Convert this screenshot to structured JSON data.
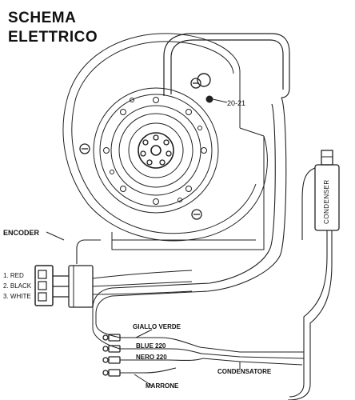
{
  "title": {
    "line1": "SCHEMA",
    "line2": "ELETTRICO"
  },
  "labels": {
    "part_ref": "20-21",
    "encoder": "ENCODER",
    "condenser": "CONDENSER",
    "giallo_verde": "GIALLO VERDE",
    "blue": "BLUE 220",
    "nero": "NERO 220",
    "marrone": "MARRONE",
    "condensatore": "CONDENSATORE"
  },
  "encoder_pins": [
    "1. RED",
    "2. BLACK",
    "3. WHITE"
  ]
}
